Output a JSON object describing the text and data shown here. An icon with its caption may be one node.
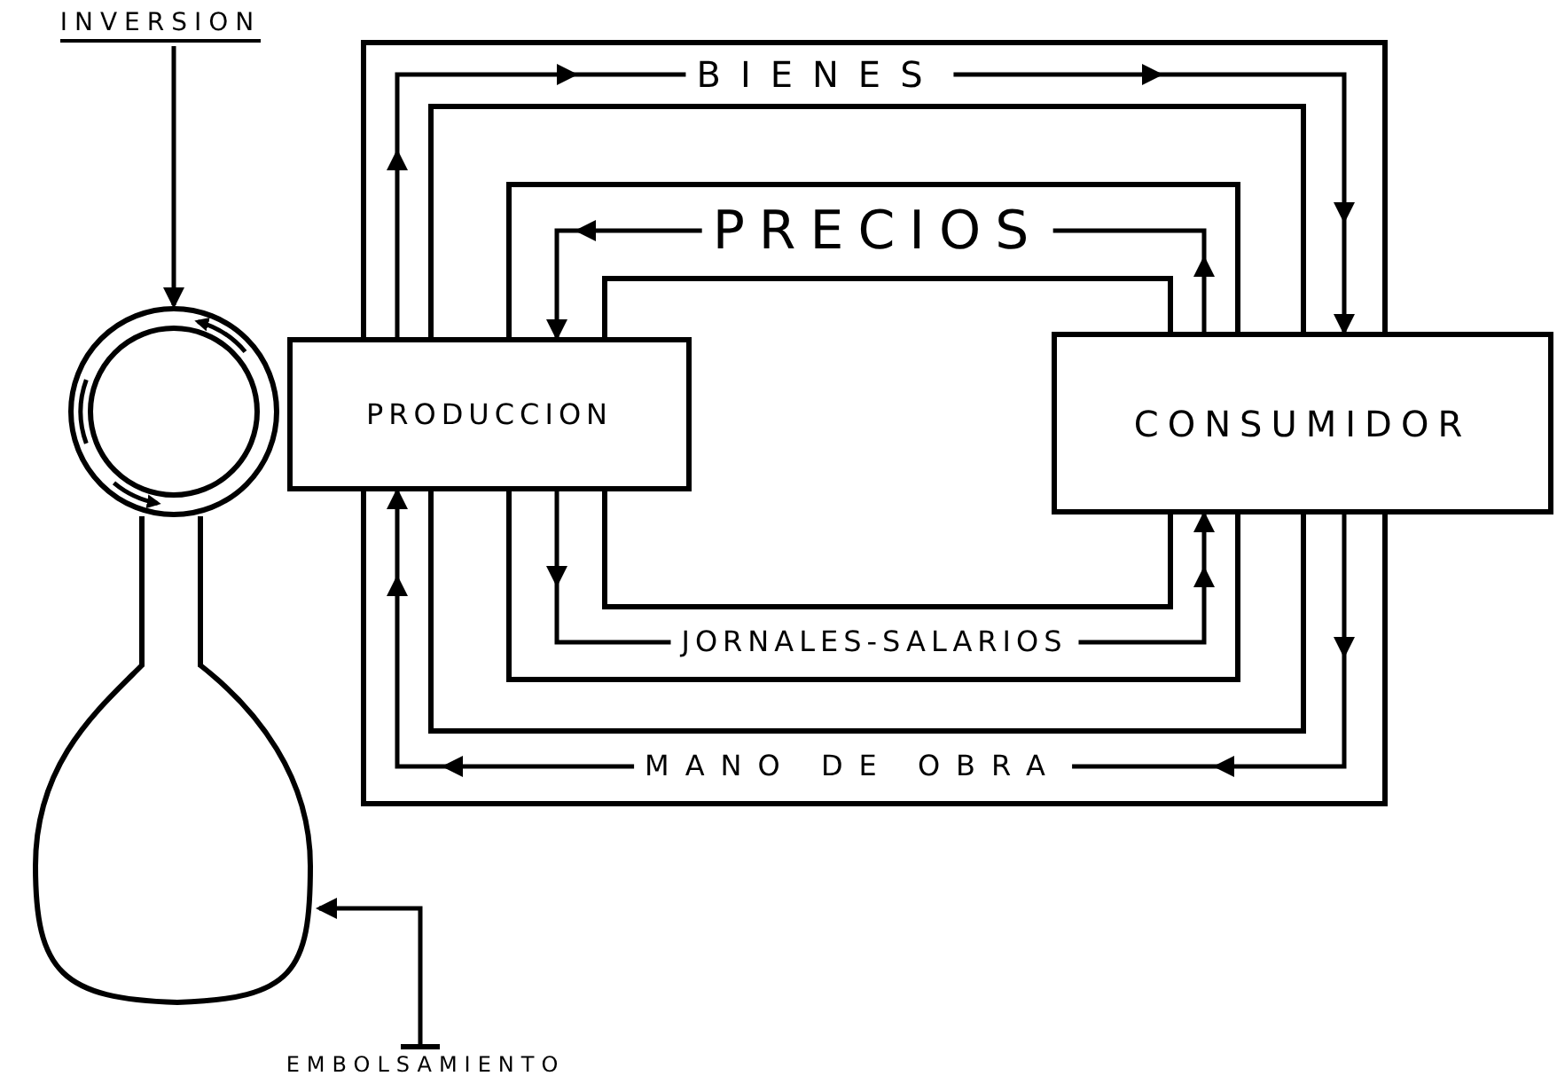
{
  "diagram": {
    "nodes": [
      {
        "text": [
          "INVERSION"
        ]
      },
      {
        "text": [],
        "shape": "circle"
      },
      {
        "text": [
          "PRODUCCION"
        ]
      },
      {
        "text": [
          "CONSUMIDOR"
        ]
      },
      {
        "text": [],
        "shape": "flask"
      },
      {
        "text": [
          "EMBOLSAMIENTO"
        ]
      }
    ],
    "edges": [
      {
        "from": 0,
        "to": 1,
        "arrow": "to"
      },
      {
        "from": 2,
        "to": 3,
        "arrow": "to",
        "label": "BIENES"
      },
      {
        "from": 3,
        "to": 2,
        "arrow": "to",
        "label": "PRECIOS"
      },
      {
        "from": 2,
        "to": 3,
        "arrow": "to",
        "label": "JORNALES-SALARIOS"
      },
      {
        "from": 3,
        "to": 2,
        "arrow": "to",
        "label": "MANO DE OBRA"
      },
      {
        "from": 5,
        "to": 4,
        "arrow": "to"
      }
    ]
  }
}
